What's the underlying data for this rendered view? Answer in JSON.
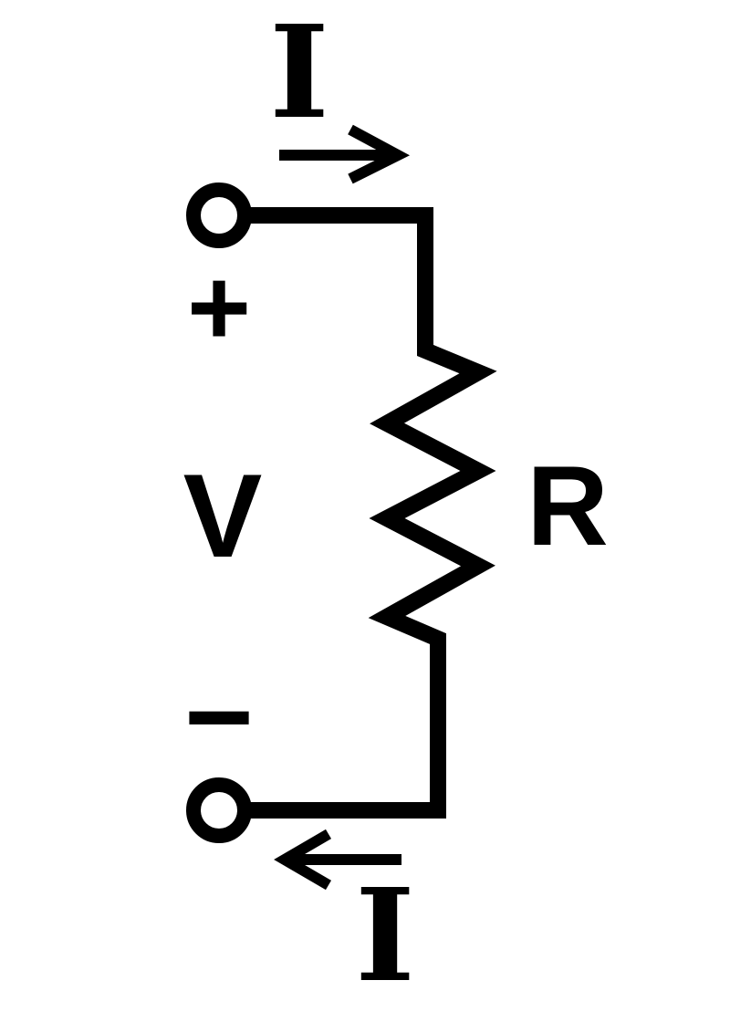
{
  "diagram": {
    "labels": {
      "current_top": "I",
      "current_bottom": "I",
      "plus": "+",
      "minus": "−",
      "voltage": "V",
      "resistance": "R"
    },
    "colors": {
      "stroke": "#000000",
      "background": "#ffffff"
    }
  }
}
